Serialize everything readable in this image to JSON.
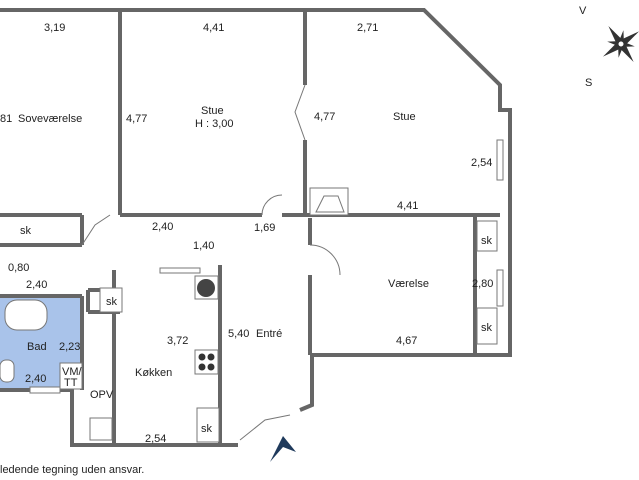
{
  "compass": {
    "north_letter": "V",
    "south_letter": "S"
  },
  "rooms": {
    "sovevaerelse": "Soveværelse",
    "stue_left": "Stue",
    "stue_left_height": "H : 3,00",
    "stue_right": "Stue",
    "vaerelse": "Værelse",
    "bad": "Bad",
    "kokken": "Køkken",
    "entre": "Entré",
    "vmtt_line1": "VM/",
    "vmtt_line2": "TT",
    "opv": "OPV"
  },
  "storage_label": "sk",
  "dimensions": {
    "top_left": "3,19",
    "top_middle": "4,41",
    "top_right": "2,71",
    "sove_height": "81",
    "stue_left_height": "4,77",
    "stue_right_height": "4,77",
    "stue_right_side": "2,54",
    "stue_right_bottom": "4,41",
    "hall_240": "2,40",
    "hall_140": "1,40",
    "hall_169": "1,69",
    "dim_080": "0,80",
    "bad_top": "2,40",
    "bad_side": "2,23",
    "bad_bottom": "2,40",
    "kokken_side": "3,72",
    "entre_side": "5,40",
    "kokken_bottom": "2,54",
    "vaerelse_side": "2,80",
    "vaerelse_bottom": "4,67"
  },
  "footer": "ledende tegning uden ansvar.",
  "colors": {
    "bathroom": "#a9c3ea",
    "wall": "#666666",
    "entry_arrow": "#1f3a5c"
  }
}
